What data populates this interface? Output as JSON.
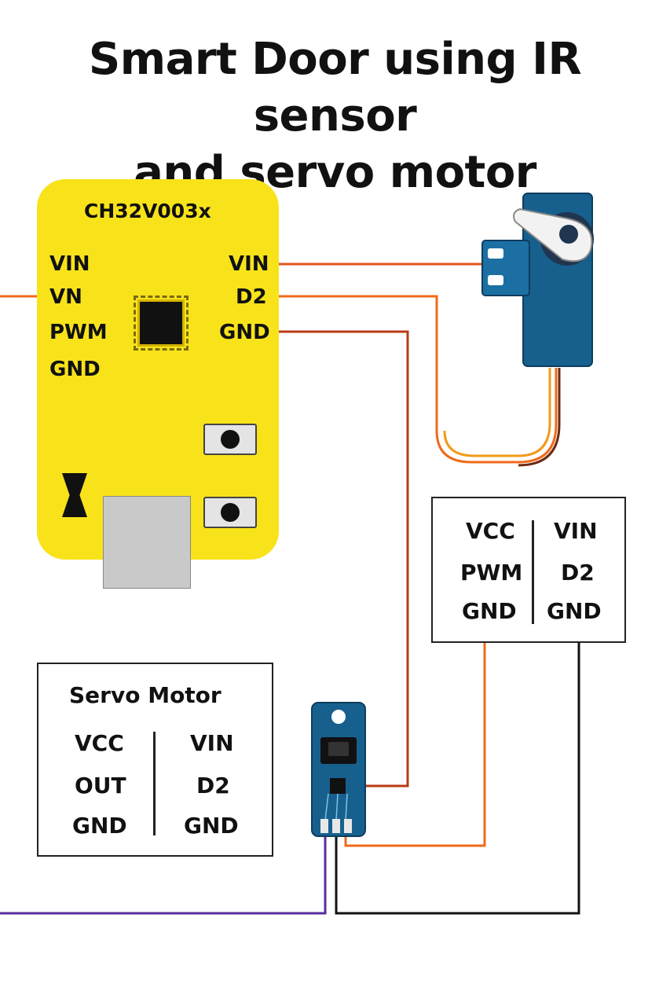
{
  "title": {
    "line1": "Smart Door using IR sensor",
    "line2": "and servo motor"
  },
  "board": {
    "name": "CH32V003x",
    "left_pins": [
      "VIN",
      "VN",
      "PWM",
      "GND"
    ],
    "right_pins": [
      "VIN",
      "D2",
      "GND"
    ]
  },
  "pin_table": {
    "left": [
      "VCC",
      "PWM",
      "GND"
    ],
    "right": [
      "VIN",
      "D2",
      "GND"
    ]
  },
  "servo_table": {
    "heading": "Servo Motor",
    "left": [
      "VCC",
      "OUT",
      "GND"
    ],
    "right": [
      "VIN",
      "D2",
      "GND"
    ]
  },
  "colors": {
    "board": "#f8e31a",
    "wire_orange": "#f06a1a",
    "wire_red": "#b83a14",
    "wire_black": "#111111",
    "wire_purple": "#5a2ca0",
    "module_blue": "#17608e"
  }
}
